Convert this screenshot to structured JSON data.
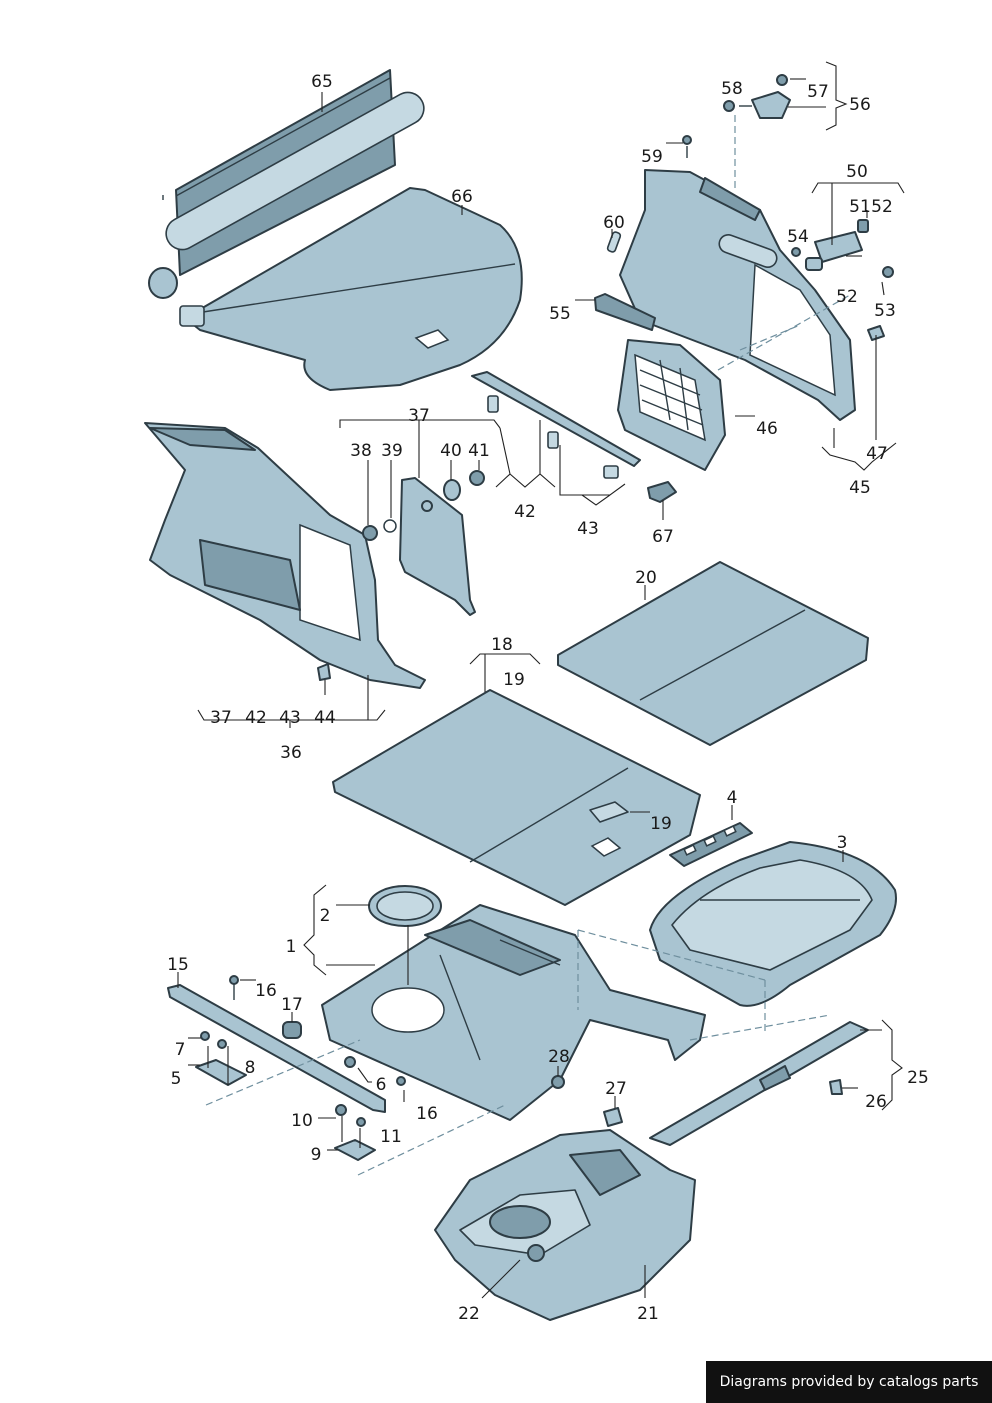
{
  "callouts": {
    "c65": "65",
    "c66": "66",
    "c58": "58",
    "c57": "57",
    "c56": "56",
    "c59": "59",
    "c50": "50",
    "c51": "51",
    "c52a": "52",
    "c60": "60",
    "c54": "54",
    "c52b": "52",
    "c53": "53",
    "c55": "55",
    "c46": "46",
    "c47": "47",
    "c45": "45",
    "c67": "67",
    "c37a": "37",
    "c38": "38",
    "c39": "39",
    "c40": "40",
    "c41": "41",
    "c42a": "42",
    "c43a": "43",
    "c20": "20",
    "c18": "18",
    "c19a": "19",
    "c37b": "37",
    "c42b": "42",
    "c43b": "43",
    "c44": "44",
    "c36": "36",
    "c4": "4",
    "c3": "3",
    "c19b": "19",
    "c2": "2",
    "c1": "1",
    "c15": "15",
    "c16a": "16",
    "c17": "17",
    "c7": "7",
    "c8": "8",
    "c5": "5",
    "c6": "6",
    "c16b": "16",
    "c10": "10",
    "c11": "11",
    "c9": "9",
    "c28": "28",
    "c27": "27",
    "c25": "25",
    "c26": "26",
    "c22": "22",
    "c21": "21"
  },
  "footer": {
    "text": "Diagrams provided by catalogs parts"
  },
  "colors": {
    "part": "#a9c4d1",
    "outline": "#2e3d45",
    "footer_bg": "#111111"
  }
}
